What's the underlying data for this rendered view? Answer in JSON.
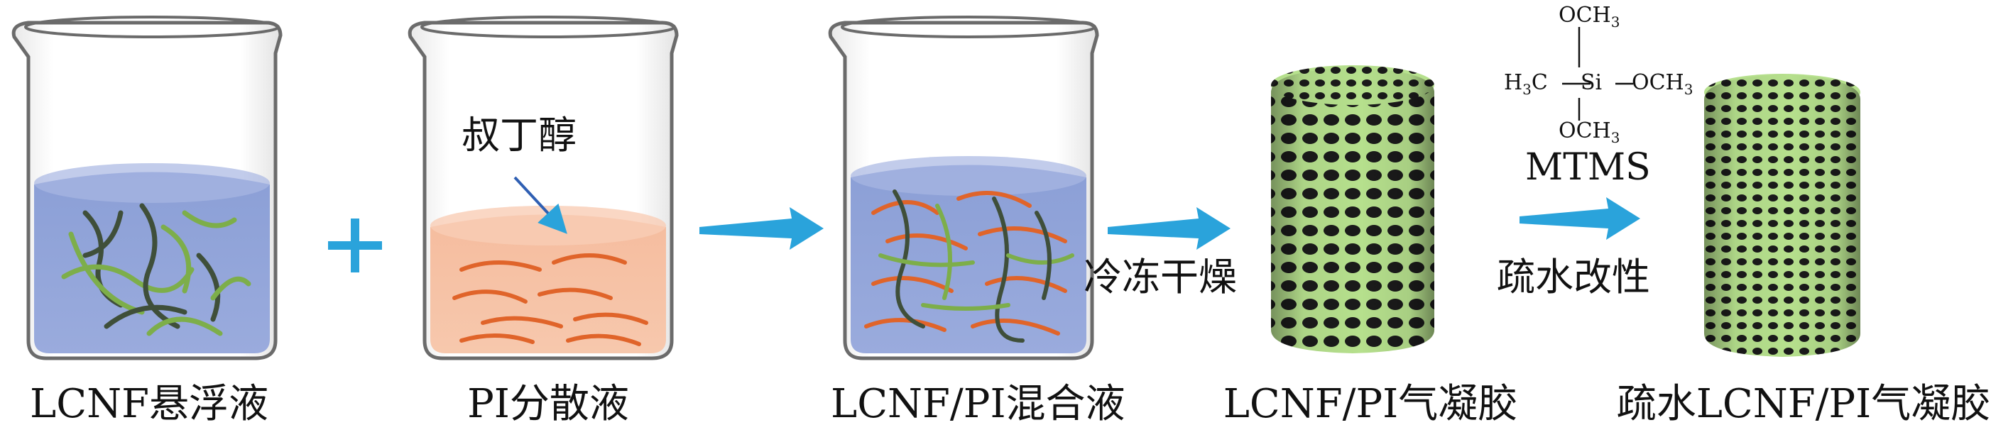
{
  "steps": [
    {
      "caption": "LCNF悬浮液"
    },
    {
      "caption": "PI分散液",
      "annotation": "叔丁醇"
    },
    {
      "caption": "LCNF/PI混合液"
    },
    {
      "caption": "LCNF/PI气凝胶"
    },
    {
      "caption": "疏水LCNF/PI气凝胶"
    }
  ],
  "operators": {
    "plus": "+"
  },
  "arrows": [
    {
      "label": ""
    },
    {
      "label": "冷冻干燥"
    },
    {
      "label": "疏水改性",
      "reagent": "MTMS"
    }
  ],
  "chemical": {
    "top": "OCH3",
    "left": "H3C",
    "center": "Si",
    "right": "OCH3",
    "bottom": "OCH3"
  },
  "colors": {
    "beaker_outline": "#6b6b6b",
    "liquid_blue": "#8b9fd6",
    "liquid_peach": "#f5bc9e",
    "fiber_green": "#7dae4a",
    "fiber_dark": "#3f4f3a",
    "fiber_orange": "#e0642a",
    "arrow_blue": "#2aa3db",
    "aerogel_green": "#b6e08d",
    "aerogel_pore": "#1a1a1a"
  }
}
